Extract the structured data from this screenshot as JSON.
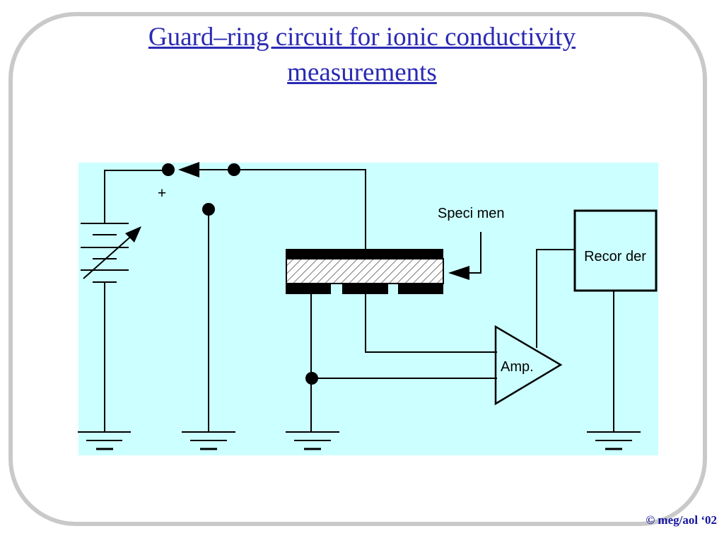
{
  "slide": {
    "title_line1": "Guard–ring circuit for ionic conductivity",
    "title_line2": "measurements",
    "footer": "© meg/aol ‘02"
  },
  "diagram": {
    "background_color": "#ccffff",
    "title_color": "#2a2ab4",
    "plus_sign": "+",
    "specimen_label": "Speci men",
    "recorder_label": "Recor der",
    "amplifier_label": "Amp."
  }
}
